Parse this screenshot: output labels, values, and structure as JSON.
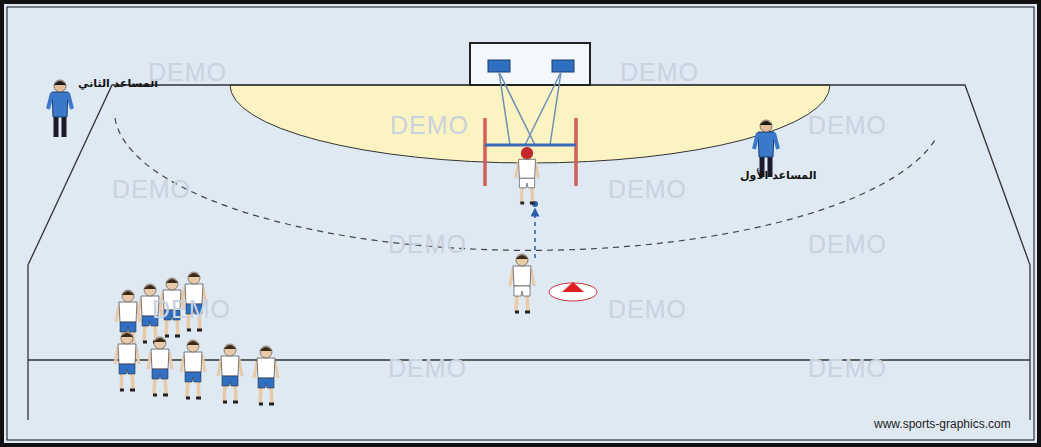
{
  "diagram": {
    "labels": [
      "المساعد الثاني",
      "المساعد الأول",
      "DEMO",
      "DEMO",
      "DEMO",
      "DEMO",
      "DEMO",
      "DEMO",
      "DEMO",
      "DEMO",
      "DEMO",
      "DEMO",
      "DEMO",
      "DEMO",
      "www.sports-graphics.com"
    ]
  }
}
